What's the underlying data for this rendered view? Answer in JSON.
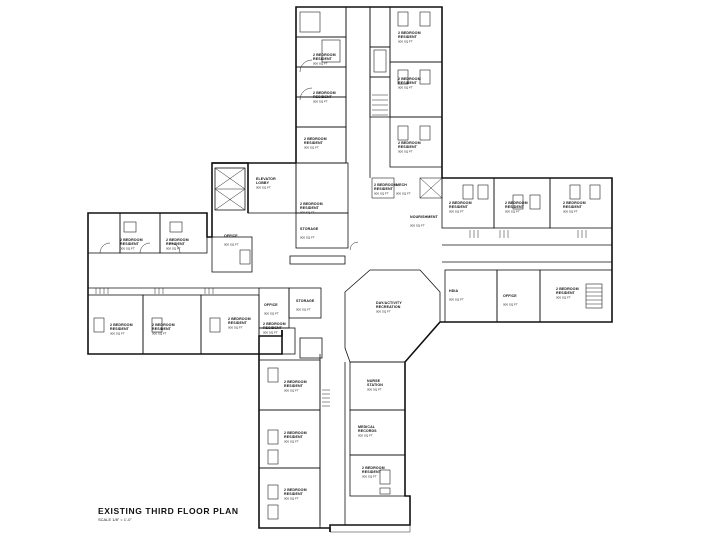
{
  "plan": {
    "title": "EXISTING THIRD FLOOR PLAN",
    "scale": "SCALE 1/8\" = 1'-0\""
  },
  "rooms": [
    {
      "key": "n1",
      "name": "2 BEDROOM",
      "sub": "RESIDENT",
      "area": "000 SQ FT"
    },
    {
      "key": "n2",
      "name": "2 BEDROOM",
      "sub": "RESIDENT",
      "area": "000 SQ FT"
    },
    {
      "key": "n3",
      "name": "2 BEDROOM",
      "sub": "RESIDENT",
      "area": "000 SQ FT"
    },
    {
      "key": "n4",
      "name": "2 BEDROOM",
      "sub": "RESIDENT",
      "area": "000 SQ FT"
    },
    {
      "key": "n5",
      "name": "2 BEDROOM",
      "sub": "RESIDENT",
      "area": "000 SQ FT"
    },
    {
      "key": "n6",
      "name": "2 BEDROOM",
      "sub": "RESIDENT",
      "area": "000 SQ FT"
    },
    {
      "key": "n7",
      "name": "2 BEDROOM",
      "sub": "RESIDENT",
      "area": "000 SQ FT"
    },
    {
      "key": "n8",
      "name": "2 BEDROOM",
      "sub": "RESIDENT",
      "area": "000 SQ FT"
    },
    {
      "key": "e1",
      "name": "2 BEDROOM",
      "sub": "RESIDENT",
      "area": "000 SQ FT"
    },
    {
      "key": "e2",
      "name": "2 BEDROOM",
      "sub": "RESIDENT",
      "area": "000 SQ FT"
    },
    {
      "key": "e3",
      "name": "2 BEDROOM",
      "sub": "RESIDENT",
      "area": "000 SQ FT"
    },
    {
      "key": "e4",
      "name": "2 BEDROOM",
      "sub": "RESIDENT",
      "area": "000 SQ FT"
    },
    {
      "key": "w1",
      "name": "2 BEDROOM",
      "sub": "RESIDENT",
      "area": "000 SQ FT"
    },
    {
      "key": "w2",
      "name": "2 BEDROOM",
      "sub": "RESIDENT",
      "area": "000 SQ FT"
    },
    {
      "key": "w3",
      "name": "2 BEDROOM",
      "sub": "RESIDENT",
      "area": "000 SQ FT"
    },
    {
      "key": "w4",
      "name": "2 BEDROOM",
      "sub": "RESIDENT",
      "area": "000 SQ FT"
    },
    {
      "key": "w5",
      "name": "2 BEDROOM",
      "sub": "RESIDENT",
      "area": "000 SQ FT"
    },
    {
      "key": "s1",
      "name": "2 BEDROOM",
      "sub": "RESIDENT",
      "area": "000 SQ FT"
    },
    {
      "key": "s2",
      "name": "2 BEDROOM",
      "sub": "RESIDENT",
      "area": "000 SQ FT"
    },
    {
      "key": "s3",
      "name": "2 BEDROOM",
      "sub": "RESIDENT",
      "area": "000 SQ FT"
    },
    {
      "key": "s4",
      "name": "2 BEDROOM",
      "sub": "RESIDENT",
      "area": "000 SQ FT"
    },
    {
      "key": "s5",
      "name": "2 BEDROOM",
      "sub": "RESIDENT",
      "area": "000 SQ FT"
    },
    {
      "key": "day",
      "name": "DAY/ACTIVITY",
      "sub": "RECREATION",
      "area": "000 SQ FT"
    },
    {
      "key": "elev",
      "name": "ELEVATOR",
      "sub": "LOBBY",
      "area": "000 SQ FT"
    },
    {
      "key": "stor1",
      "name": "STORAGE",
      "sub": "",
      "area": "000 SQ FT"
    },
    {
      "key": "office1",
      "name": "OFFICE",
      "sub": "",
      "area": "000 SQ FT"
    },
    {
      "key": "office2",
      "name": "OFFICE",
      "sub": "",
      "area": "000 SQ FT"
    },
    {
      "key": "office3",
      "name": "OFFICE",
      "sub": "",
      "area": "000 SQ FT"
    },
    {
      "key": "ncs",
      "name": "NURSE",
      "sub": "STATION",
      "area": "000 SQ FT"
    },
    {
      "key": "medical",
      "name": "MEDICAL",
      "sub": "RECORDS",
      "area": "000 SQ FT"
    },
    {
      "key": "storage2",
      "name": "STORAGE",
      "sub": "",
      "area": "000 SQ FT"
    },
    {
      "key": "kitchen",
      "name": "NOURISHMENT",
      "sub": "",
      "area": "000 SQ FT"
    },
    {
      "key": "hdia",
      "name": "HDIA",
      "sub": "",
      "area": "000 SQ FT"
    },
    {
      "key": "mech",
      "name": "MECH",
      "sub": "",
      "area": "000 SQ FT"
    }
  ]
}
